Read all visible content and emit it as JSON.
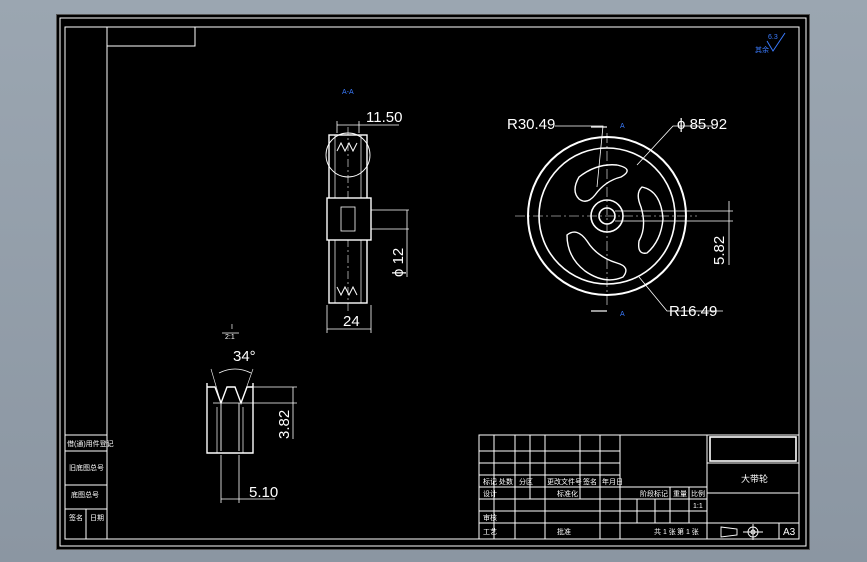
{
  "drawing": {
    "section_label": "A-A",
    "section_marker_left": "A",
    "section_marker_right": "A",
    "surface_finish": "6.3",
    "surface_finish_prefix": "其余",
    "detail_ratio_top": "I",
    "detail_ratio_bottom": "2:1",
    "sheet_size": "A3",
    "part_name": "大带轮"
  },
  "dimensions": {
    "groove_width": "11.50",
    "bore_dia": "ϕ 12",
    "hub_width": "24",
    "groove_radius": "R30.49",
    "outer_dia": "ϕ 85.92",
    "keyway": "5.82",
    "slot_radius": "R16.49",
    "groove_angle": "34°",
    "groove_depth": "3.82",
    "groove_pitch": "5.10"
  },
  "left_strip": {
    "rows": [
      "借(通)用件登记",
      "旧底图总号",
      "底图总号",
      "签名",
      "日期"
    ]
  },
  "title_block": {
    "header_cells": [
      "标记",
      "处数",
      "分区",
      "更改文件号",
      "签名",
      "年月日"
    ],
    "row_labels": [
      "设计",
      "审核",
      "工艺"
    ],
    "standardization": "标准化",
    "approve": "批准",
    "stage_mark": "阶段标记",
    "weight": "重量",
    "scale": "比例",
    "scale_value": "1:1",
    "sheets": "共 1 张",
    "sheet_no": "第 1 张"
  },
  "colors": {
    "line": "#ffffff",
    "annotation": "#3a7bff",
    "background": "#000000"
  }
}
